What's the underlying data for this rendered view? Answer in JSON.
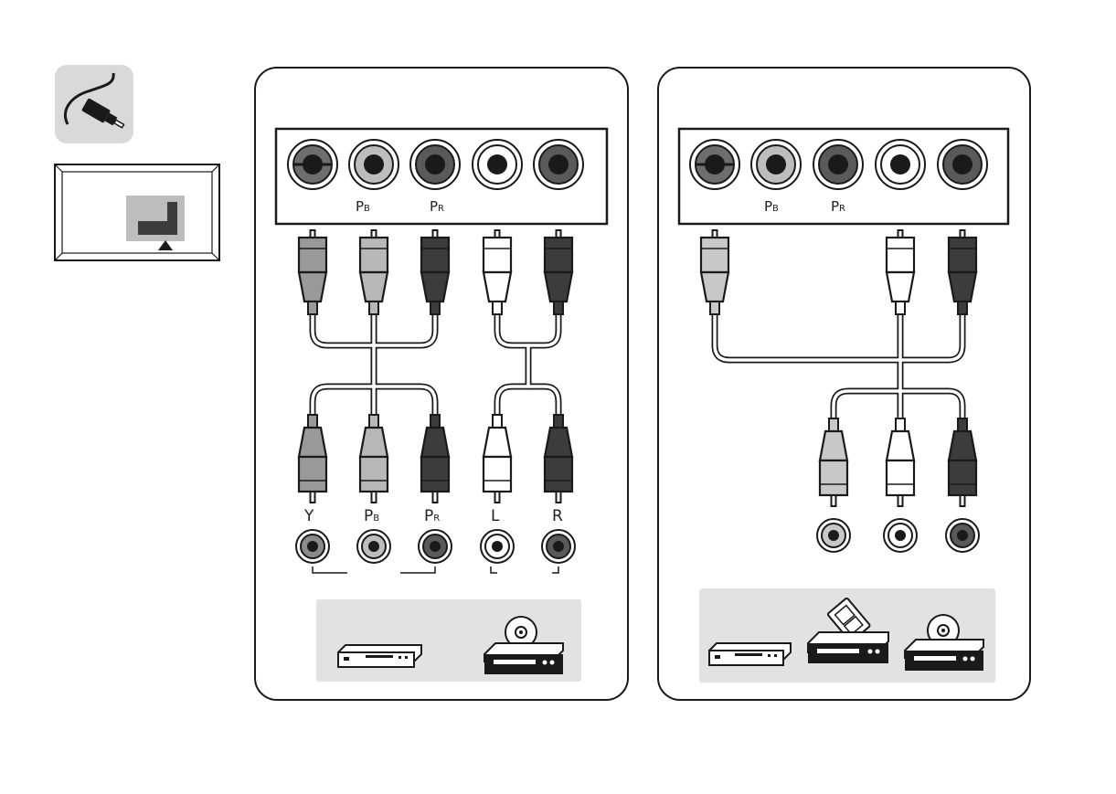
{
  "sidebar": {
    "cable_icon": "cable-plug-icon",
    "input_icon": "tv-input-icon"
  },
  "panel_left": {
    "tv_panel_labels": {
      "pb_main": "P",
      "pb_sub": "B",
      "pr_main": "P",
      "pr_sub": "R"
    },
    "device_labels": {
      "y": "Y",
      "pb_main": "P",
      "pb_sub": "B",
      "pr_main": "P",
      "pr_sub": "R",
      "l": "L",
      "r": "R"
    },
    "devices": [
      "dvd-recorder-icon",
      "dvd-player-icon"
    ]
  },
  "panel_right": {
    "tv_panel_labels": {
      "pb_main": "P",
      "pb_sub": "B",
      "pr_main": "P",
      "pr_sub": "R"
    },
    "devices": [
      "dvd-recorder-icon",
      "vcr-icon",
      "dvd-player-icon"
    ]
  },
  "colors": {
    "outline": "#1a1a1a",
    "plug_light_gray": "#b8b8b8",
    "plug_mid_gray": "#999999",
    "plug_dark": "#3c3c3c",
    "plug_white": "#ffffff",
    "device_panel_bg": "#e2e2e2",
    "icon_bg": "#d9d9d9"
  }
}
